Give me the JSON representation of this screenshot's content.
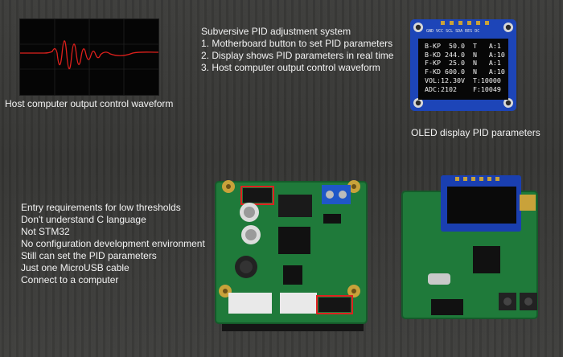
{
  "scope": {
    "caption": "Host computer output control waveform"
  },
  "pid_system": {
    "title": "Subversive PID adjustment system",
    "steps": [
      "1. Motherboard button to set PID parameters",
      "2. Display shows PID parameters in real time",
      "3. Host computer output control waveform"
    ]
  },
  "oled": {
    "header": "GND VCC SCL SDA RES DC",
    "lines": [
      "B-KP  50.0  T   A:1",
      "B-KD 244.0  N   A:10",
      "F-KP  25.0  N   A:1",
      "F-KD 600.0  N   A:10",
      "VOL:12.30V  T:10000",
      "ADC:2102    F:10049"
    ],
    "caption": "OLED display PID parameters"
  },
  "requirements": {
    "items": [
      "Entry requirements for low thresholds",
      "Don't understand C language",
      "Not STM32",
      "No configuration development environment",
      "Still can set the PID parameters",
      "Just one MicroUSB cable",
      "Connect to a computer"
    ]
  },
  "colors": {
    "waveform": "#e0201c",
    "pcb_green": "#1f7a3a",
    "oled_blue": "#1a3fb0",
    "highlight_box": "#e02020"
  }
}
